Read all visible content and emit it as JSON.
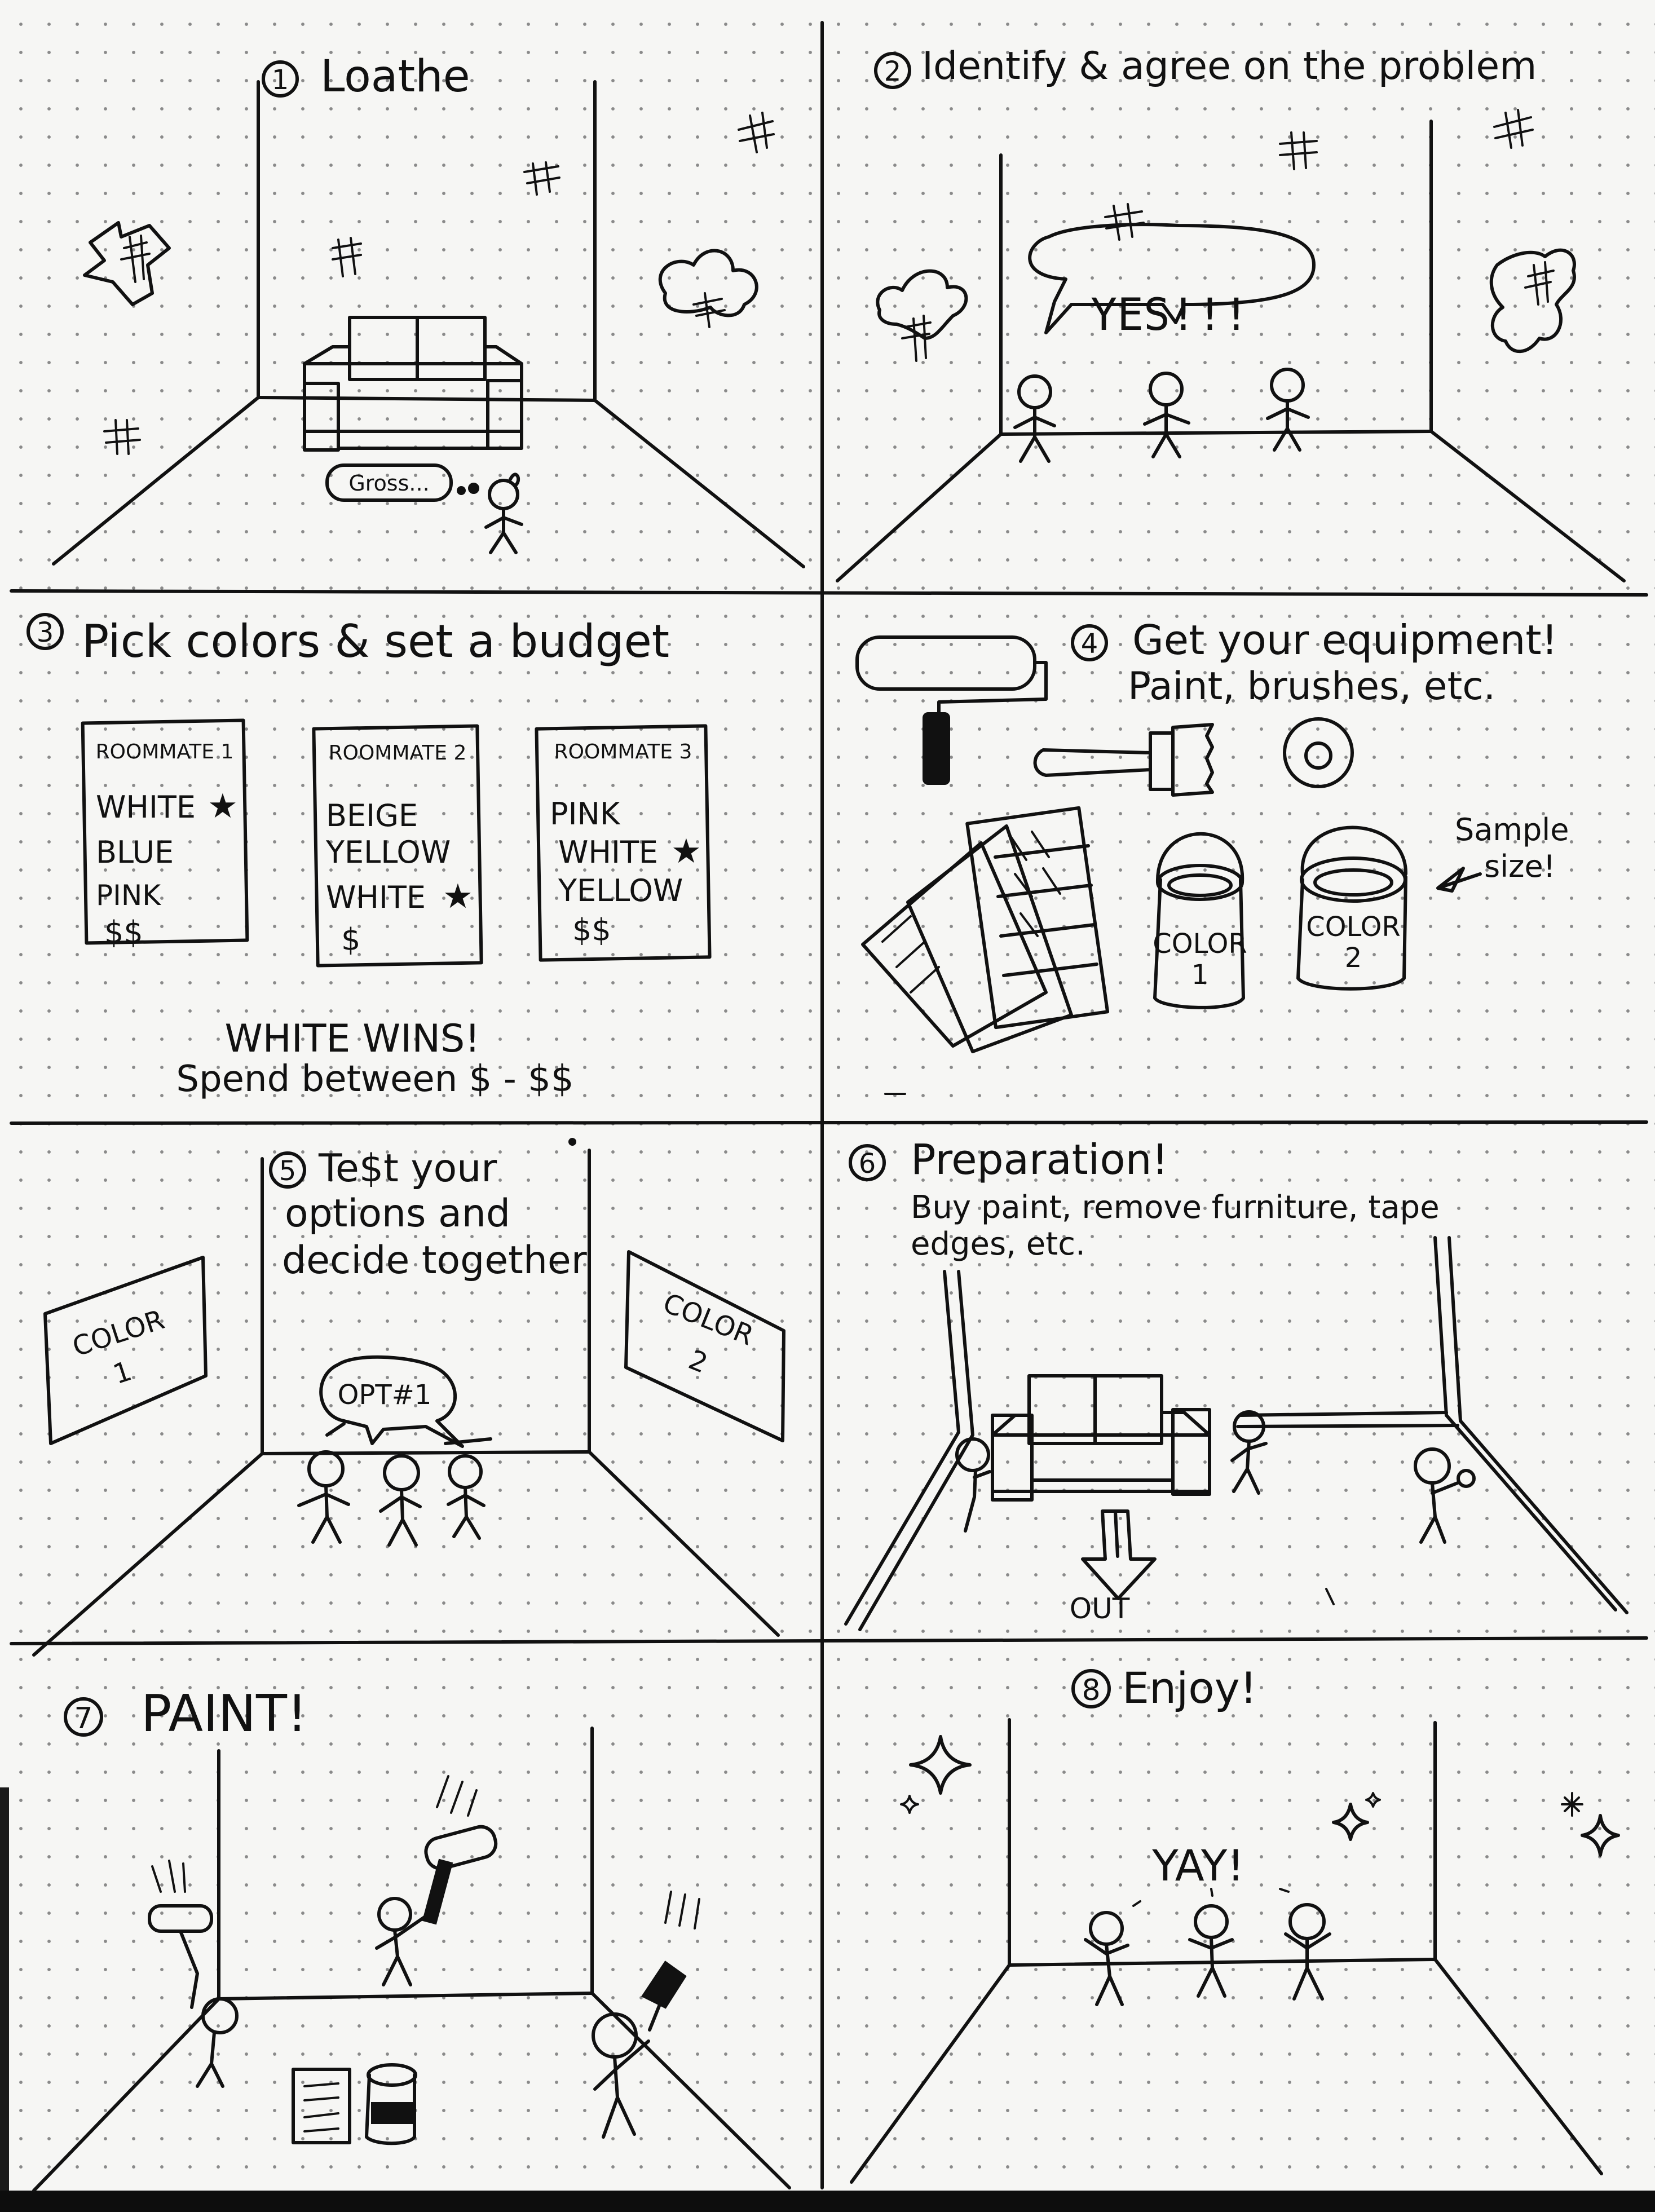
{
  "panels": [
    {
      "number": "1",
      "title": "Loathe",
      "bubble": "Gross..."
    },
    {
      "number": "2",
      "title": "Identify & agree on the problem",
      "bubble": "YES!!!"
    },
    {
      "number": "3",
      "title": "Pick colors & set a budget",
      "cards": [
        {
          "heading": "ROOMMATE 1",
          "lines": [
            "WHITE",
            "BLUE",
            "PINK",
            "$$"
          ]
        },
        {
          "heading": "ROOMMATE 2",
          "lines": [
            "BEIGE",
            "YELLOW",
            "WHITE",
            "$"
          ]
        },
        {
          "heading": "ROOMMATE 3",
          "lines": [
            "PINK",
            "WHITE",
            "YELLOW",
            "$$"
          ]
        }
      ],
      "result_line1": "WHITE WINS!",
      "result_line2": "Spend between $ - $$"
    },
    {
      "number": "4",
      "title": "Get your equipment!",
      "subtitle": "Paint, brushes, etc.",
      "can1_line1": "COLOR",
      "can1_line2": "1",
      "can2_line1": "COLOR",
      "can2_line2": "2",
      "note_line1": "Sample",
      "note_line2": "size!"
    },
    {
      "number": "5",
      "title_line1": "Te$t your",
      "title_line2": "options and",
      "title_line3": "decide together",
      "swatch1_line1": "COLOR",
      "swatch1_line2": "1",
      "swatch2_line1": "COLOR",
      "swatch2_line2": "2",
      "bubble": "OPT#1"
    },
    {
      "number": "6",
      "title": "Preparation!",
      "subtitle_line1": "Buy paint, remove furniture, tape",
      "subtitle_line2": "edges, etc.",
      "arrow_label": "OUT"
    },
    {
      "number": "7",
      "title": "PAINT!"
    },
    {
      "number": "8",
      "title": "Enjoy!",
      "exclaim": "YAY!"
    }
  ],
  "colors": {
    "ink": "#111111",
    "paper": "#f6f6f4",
    "dots": "#8a8a8a"
  }
}
